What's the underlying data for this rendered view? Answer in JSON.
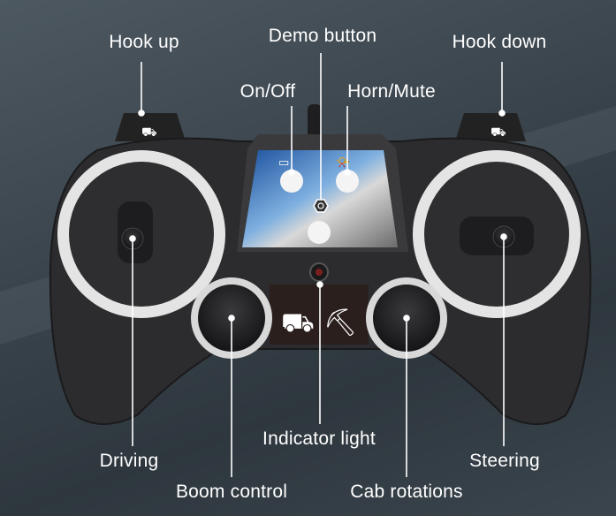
{
  "labels": {
    "hook_up": "Hook up",
    "demo_button": "Demo button",
    "hook_down": "Hook down",
    "on_off": "On/Off",
    "horn_mute": "Horn/Mute",
    "driving": "Driving",
    "indicator_light": "Indicator light",
    "steering": "Steering",
    "boom_control": "Boom control",
    "cab_rotations": "Cab rotations"
  },
  "colors": {
    "ring": "#e6e6e6",
    "body": "#2b2b2d",
    "screen_blue": "#1f5fb0",
    "callout": "#ffffff"
  }
}
